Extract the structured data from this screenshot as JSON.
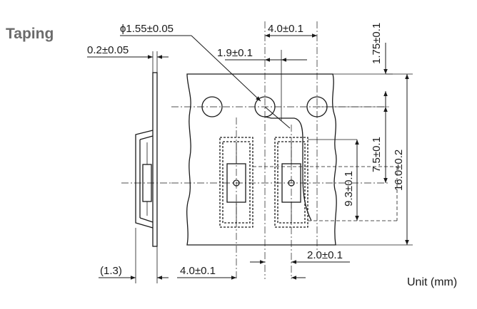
{
  "heading": "Taping",
  "unit_label": "Unit (mm)",
  "dimensions": {
    "sprocket_hole_dia": "ϕ1.55±0.05",
    "hole_pitch": "4.0±0.1",
    "tape_thickness": "0.2±0.05",
    "hole_to_pocket": "1.9±0.1",
    "hole_edge_distance": "1.75±0.1",
    "hole_to_pocket_center": "7.5±0.1",
    "tape_width": "16.0±0.2",
    "pocket_length": "9.3±0.1",
    "overall_thickness": "(1.3)",
    "pocket_pitch": "4.0±0.1",
    "hole_to_pocket_pitch": "2.0±0.1"
  },
  "colors": {
    "ink": "#1a1a1a",
    "heading": "#6b6b6b"
  }
}
